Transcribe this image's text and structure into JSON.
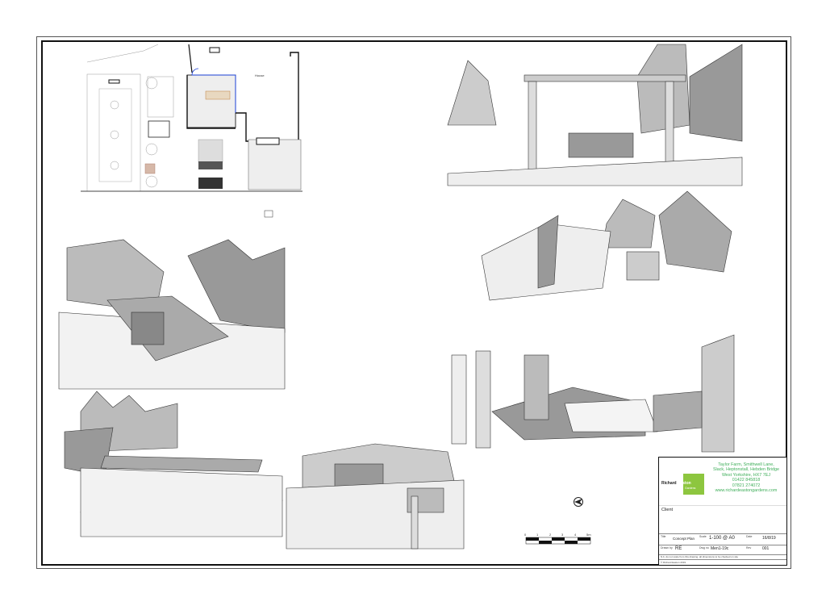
{
  "sheet": {
    "plan_labels": {
      "house": "House"
    },
    "title_block": {
      "company_name_first": "Richard",
      "company_name_second": "Easton",
      "company_sub": "Gardens",
      "address": [
        "Taylor Farm, Smithwell Lane,",
        "Slack, Heptonstall, Hebden Bridge",
        "West Yorkshire, HX7 7EJ",
        "01422 845818",
        "07821 274072",
        "www.richardeastongardens.com"
      ],
      "client_label": "Client",
      "title_label": "Title",
      "title_value": "Concept Plan",
      "scale_label": "Scale",
      "scale_value": "1-100 @ A0",
      "date_label": "Date",
      "date_value": "16/8/19",
      "drawn_label": "Drawn by",
      "drawn_value": "RE",
      "dwg_label": "Dwg no",
      "dwg_value": "Men1-19c",
      "rev_label": "Rev",
      "rev_value": "001",
      "note": "N.b. do not scale from this drawing, all dimensions to be checked on site",
      "copyright": "© Richard Easton 2019"
    },
    "scale_bar": {
      "ticks": [
        "0",
        "1",
        "2",
        "3",
        "4",
        "5m"
      ]
    },
    "colors": {
      "brand_green": "#8dc63f",
      "address_green": "#3fae5a",
      "door_blue": "#1a3fd6"
    }
  }
}
